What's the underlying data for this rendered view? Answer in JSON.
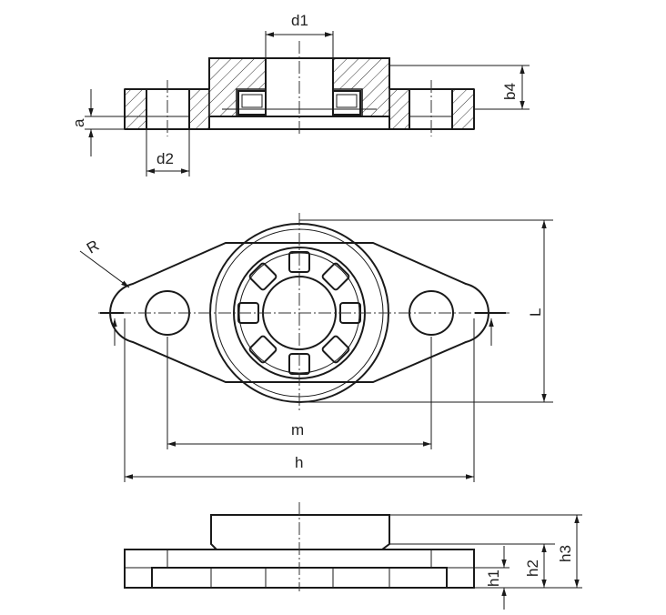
{
  "labels": {
    "d1": "d1",
    "d2": "d2",
    "a": "a",
    "b4": "b4",
    "R": "R",
    "L": "L",
    "m": "m",
    "h": "h",
    "h1": "h1",
    "h2": "h2",
    "h3": "h3"
  }
}
